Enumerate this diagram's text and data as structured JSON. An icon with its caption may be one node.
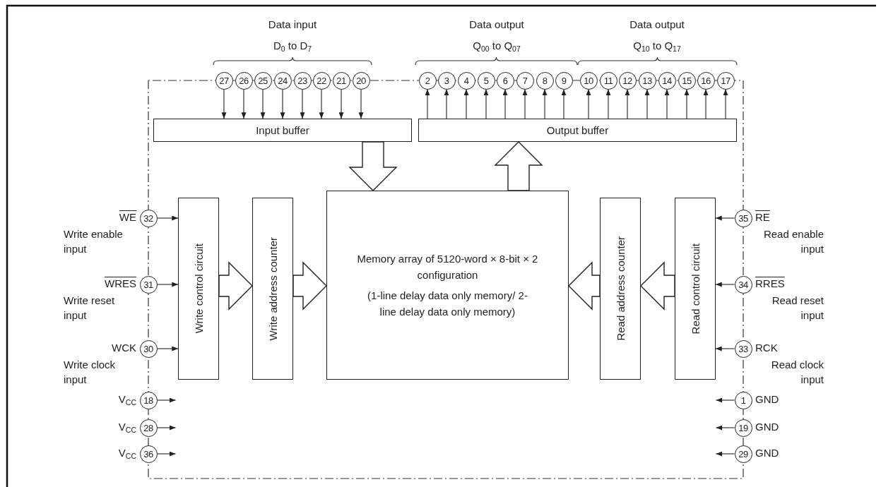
{
  "diagram": {
    "nodes": [
      {
        "text": [
          "27"
        ]
      },
      {
        "text": [
          "26"
        ]
      },
      {
        "text": [
          "25"
        ]
      },
      {
        "text": [
          "24"
        ]
      },
      {
        "text": [
          "23"
        ]
      },
      {
        "text": [
          "22"
        ]
      },
      {
        "text": [
          "21"
        ]
      },
      {
        "text": [
          "20"
        ]
      },
      {
        "text": [
          "2"
        ]
      },
      {
        "text": [
          "3"
        ]
      },
      {
        "text": [
          "4"
        ]
      },
      {
        "text": [
          "5"
        ]
      },
      {
        "text": [
          "6"
        ]
      },
      {
        "text": [
          "7"
        ]
      },
      {
        "text": [
          "8"
        ]
      },
      {
        "text": [
          "9"
        ]
      },
      {
        "text": [
          "10"
        ]
      },
      {
        "text": [
          "11"
        ]
      },
      {
        "text": [
          "12"
        ]
      },
      {
        "text": [
          "13"
        ]
      },
      {
        "text": [
          "14"
        ]
      },
      {
        "text": [
          "15"
        ]
      },
      {
        "text": [
          "16"
        ]
      },
      {
        "text": [
          "17"
        ]
      },
      {
        "text": [
          "Input buffer"
        ]
      },
      {
        "text": [
          "Output buffer"
        ]
      },
      {
        "text": [
          "Write control circuit"
        ]
      },
      {
        "text": [
          "Write address counter"
        ]
      },
      {
        "text": [
          "Memory array of 5120-word × 8-bit × 2 configuration",
          "(1-line delay data only memory/ 2-line delay data only memory)"
        ]
      },
      {
        "text": [
          "Read address counter"
        ]
      },
      {
        "text": [
          "Read control circuit"
        ]
      },
      {
        "text": [
          "32"
        ],
        "beside": [
          "WE",
          "Write enable input"
        ]
      },
      {
        "text": [
          "31"
        ],
        "beside": [
          "WRES",
          "Write reset input"
        ]
      },
      {
        "text": [
          "30"
        ],
        "beside": [
          "WCK",
          "Write clock input"
        ]
      },
      {
        "text": [
          "18"
        ],
        "beside": [
          "V$_{CC}$"
        ]
      },
      {
        "text": [
          "28"
        ],
        "beside": [
          "V$_{CC}$"
        ]
      },
      {
        "text": [
          "36"
        ],
        "beside": [
          "V$_{CC}$"
        ]
      },
      {
        "text": [
          "35"
        ],
        "beside": [
          "RE",
          "Read enable input"
        ]
      },
      {
        "text": [
          "34"
        ],
        "beside": [
          "RRES",
          "Read reset input"
        ]
      },
      {
        "text": [
          "33"
        ],
        "beside": [
          "RCK",
          "Read clock input"
        ]
      },
      {
        "text": [
          "1"
        ],
        "beside": [
          "GND"
        ]
      },
      {
        "text": [
          "19"
        ],
        "beside": [
          "GND"
        ]
      },
      {
        "text": [
          "29"
        ],
        "beside": [
          "GND"
        ]
      }
    ],
    "edges": [
      {
        "from": 0,
        "to": 24,
        "arrow": "to"
      },
      {
        "from": 1,
        "to": 24,
        "arrow": "to"
      },
      {
        "from": 2,
        "to": 24,
        "arrow": "to"
      },
      {
        "from": 3,
        "to": 24,
        "arrow": "to"
      },
      {
        "from": 4,
        "to": 24,
        "arrow": "to"
      },
      {
        "from": 5,
        "to": 24,
        "arrow": "to"
      },
      {
        "from": 6,
        "to": 24,
        "arrow": "to"
      },
      {
        "from": 7,
        "to": 24,
        "arrow": "to"
      },
      {
        "from": 25,
        "to": 8,
        "arrow": "to"
      },
      {
        "from": 25,
        "to": 9,
        "arrow": "to"
      },
      {
        "from": 25,
        "to": 10,
        "arrow": "to"
      },
      {
        "from": 25,
        "to": 11,
        "arrow": "to"
      },
      {
        "from": 25,
        "to": 12,
        "arrow": "to"
      },
      {
        "from": 25,
        "to": 13,
        "arrow": "to"
      },
      {
        "from": 25,
        "to": 14,
        "arrow": "to"
      },
      {
        "from": 25,
        "to": 15,
        "arrow": "to"
      },
      {
        "from": 25,
        "to": 16,
        "arrow": "to"
      },
      {
        "from": 25,
        "to": 17,
        "arrow": "to"
      },
      {
        "from": 25,
        "to": 18,
        "arrow": "to"
      },
      {
        "from": 25,
        "to": 19,
        "arrow": "to"
      },
      {
        "from": 25,
        "to": 20,
        "arrow": "to"
      },
      {
        "from": 25,
        "to": 21,
        "arrow": "to"
      },
      {
        "from": 25,
        "to": 22,
        "arrow": "to"
      },
      {
        "from": 25,
        "to": 23,
        "arrow": "to"
      },
      {
        "from": 24,
        "to": 28,
        "arrow": "to",
        "style": "thick"
      },
      {
        "from": 28,
        "to": 25,
        "arrow": "to",
        "style": "thick"
      },
      {
        "from": 26,
        "to": 27,
        "arrow": "to",
        "style": "thick"
      },
      {
        "from": 27,
        "to": 28,
        "arrow": "to",
        "style": "thick"
      },
      {
        "from": 30,
        "to": 29,
        "arrow": "to",
        "style": "thick"
      },
      {
        "from": 29,
        "to": 28,
        "arrow": "to",
        "style": "thick"
      },
      {
        "from": 31,
        "to": 26,
        "arrow": "to"
      },
      {
        "from": 32,
        "to": 26,
        "arrow": "to"
      },
      {
        "from": 33,
        "to": 26,
        "arrow": "to"
      },
      {
        "from": 34,
        "to": null,
        "arrow": "to"
      },
      {
        "from": 35,
        "to": null,
        "arrow": "to"
      },
      {
        "from": 36,
        "to": null,
        "arrow": "to"
      },
      {
        "from": 37,
        "to": 30,
        "arrow": "to"
      },
      {
        "from": 38,
        "to": 30,
        "arrow": "to"
      },
      {
        "from": 39,
        "to": 30,
        "arrow": "to"
      },
      {
        "from": 40,
        "to": null,
        "arrow": "to"
      },
      {
        "from": 41,
        "to": null,
        "arrow": "to"
      },
      {
        "from": 42,
        "to": null,
        "arrow": "to"
      }
    ],
    "labels": [
      "Data input",
      "D$_{0}$ to D$_{7}$",
      "Data output",
      "Q$_{00}$ to Q$_{07}$",
      "Data output",
      "Q$_{10}$ to Q$_{17}$"
    ]
  }
}
